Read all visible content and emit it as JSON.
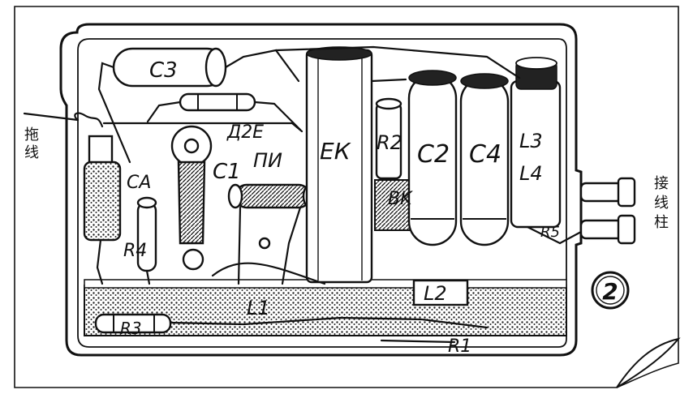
{
  "figure": {
    "badge": "2",
    "left_caption": "拖线",
    "right_caption": "接线柱"
  },
  "labels": {
    "c3": "C3",
    "c1": "C1",
    "ca": "CA",
    "r4": "R4",
    "r3": "R3",
    "r1": "R1",
    "d2e": "Д2Е",
    "pp": "ПИ",
    "ek": "ЕК",
    "r2": "R2",
    "c2": "C2",
    "c4": "C4",
    "l3": "L3",
    "l4": "L4",
    "bk": "BK",
    "l1": "L1",
    "l2": "L2",
    "r5": "R5"
  },
  "colors": {
    "ink": "#111111",
    "paper": "#ffffff",
    "hatch": "#333333"
  }
}
